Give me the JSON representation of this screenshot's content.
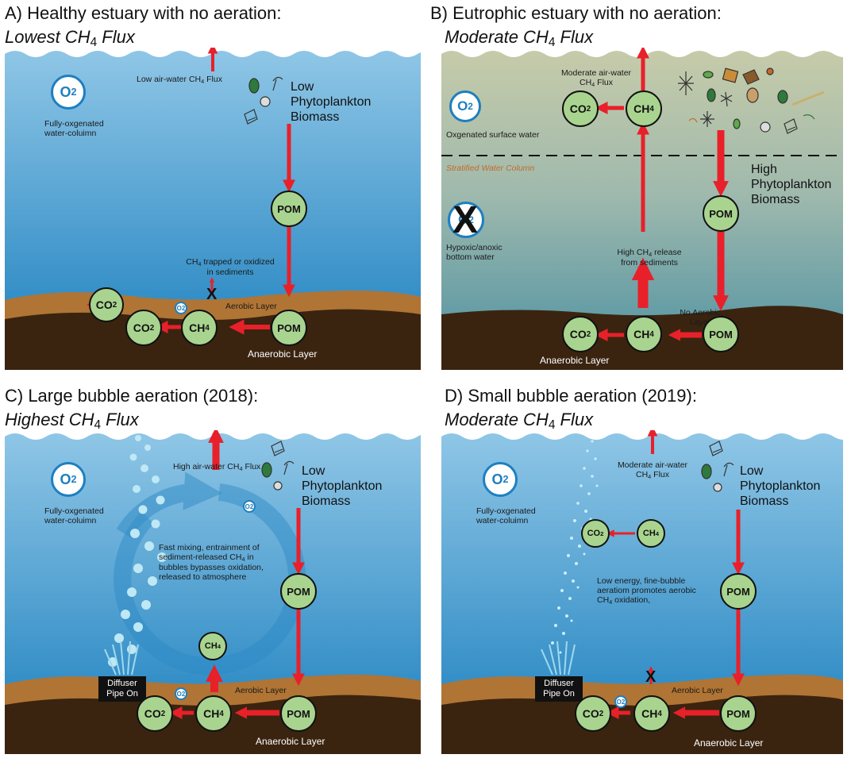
{
  "panels": {
    "a": {
      "title": "A) Healthy estuary with no aeration:",
      "subtitle": "Lowest CH",
      "subtitle_tail": " Flux",
      "o2_label": "O",
      "water_label": "Fully-oxgenated water-coluimn",
      "flux_label": "Low air-water CH",
      "flux_tail": " Flux",
      "phyto_label": "Low Phytoplankton Biomass",
      "trapped_label": "CH",
      "trapped_tail": " trapped or oxidized in sediments",
      "aerobic": "Aerobic Layer",
      "anaerobic": "Anaerobic Layer",
      "pom_water": "POM",
      "pom_sed": "POM",
      "ch4": "CH",
      "co2_upper": "CO",
      "co2_lower": "CO",
      "x": "X"
    },
    "b": {
      "title": "B) Eutrophic estuary with no aeration:",
      "subtitle": "Moderate CH",
      "subtitle_tail": " Flux",
      "o2_label": "O",
      "surface_label": "Oxgenated surface water",
      "stratified": "Stratified Water Column",
      "flux_label": "Moderate air-water CH",
      "flux_tail": " Flux",
      "phyto_label": "High Phytoplankton Biomass",
      "hypoxic": "Hypoxic/anoxic bottom water",
      "release_label": "High CH",
      "release_tail": " release from sediments",
      "no_aerobic": "No Aerobic Layer",
      "anaerobic": "Anaerobic Layer",
      "ch4_top": "CH",
      "co2_top": "CO",
      "pom_water": "POM",
      "pom_sed": "POM",
      "ch4_sed": "CH",
      "co2_sed": "CO",
      "x": "X"
    },
    "c": {
      "title": "C) Large bubble aeration (2018):",
      "subtitle": "Highest CH",
      "subtitle_tail": " Flux",
      "o2_label": "O",
      "water_label": "Fully-oxgenated water-coluimn",
      "flux_label": "High air-water CH",
      "flux_tail": " Flux",
      "phyto_label": "Low Phytoplankton Biomass",
      "mixing": "Fast mixing, entrainment of sediment-released CH",
      "mixing_tail": " in bubbles bypasses oxidation, released to atmosphere",
      "diffuser": "Diffuser Pipe On",
      "aerobic": "Aerobic Layer",
      "anaerobic": "Anaerobic Layer",
      "pom_water": "POM",
      "pom_sed": "POM",
      "ch4_water": "CH",
      "ch4_sed": "CH",
      "co2": "CO"
    },
    "d": {
      "title": "D) Small bubble aeration (2019):",
      "subtitle": "Moderate CH",
      "subtitle_tail": " Flux",
      "o2_label": "O",
      "water_label": "Fully-oxgenated water-coluimn",
      "flux_label": "Moderate air-water CH",
      "flux_tail": " Flux",
      "phyto_label": "Low Phytoplankton Biomass",
      "oxidation": "Low energy, fine-bubble aeratiom promotes aerobic CH",
      "oxidation_tail": " oxidation,",
      "diffuser": "Diffuser Pipe On",
      "aerobic": "Aerobic Layer",
      "anaerobic": "Anaerobic Layer",
      "pom_water": "POM",
      "pom_sed": "POM",
      "ch4_water": "CH",
      "co2_water": "CO",
      "ch4_sed": "CH",
      "co2_sed": "CO",
      "x": "X"
    }
  },
  "colors": {
    "water_top": "#8fc6e6",
    "water_bottom": "#1a7fbe",
    "eutrophic_top": "#c3c8a8",
    "eutrophic_bottom": "#4d92a3",
    "aerobic_layer": "#b07434",
    "anaerobic_layer": "#3a2410",
    "arrow": "#e8202a",
    "circle_fill": "#a9d48f"
  }
}
